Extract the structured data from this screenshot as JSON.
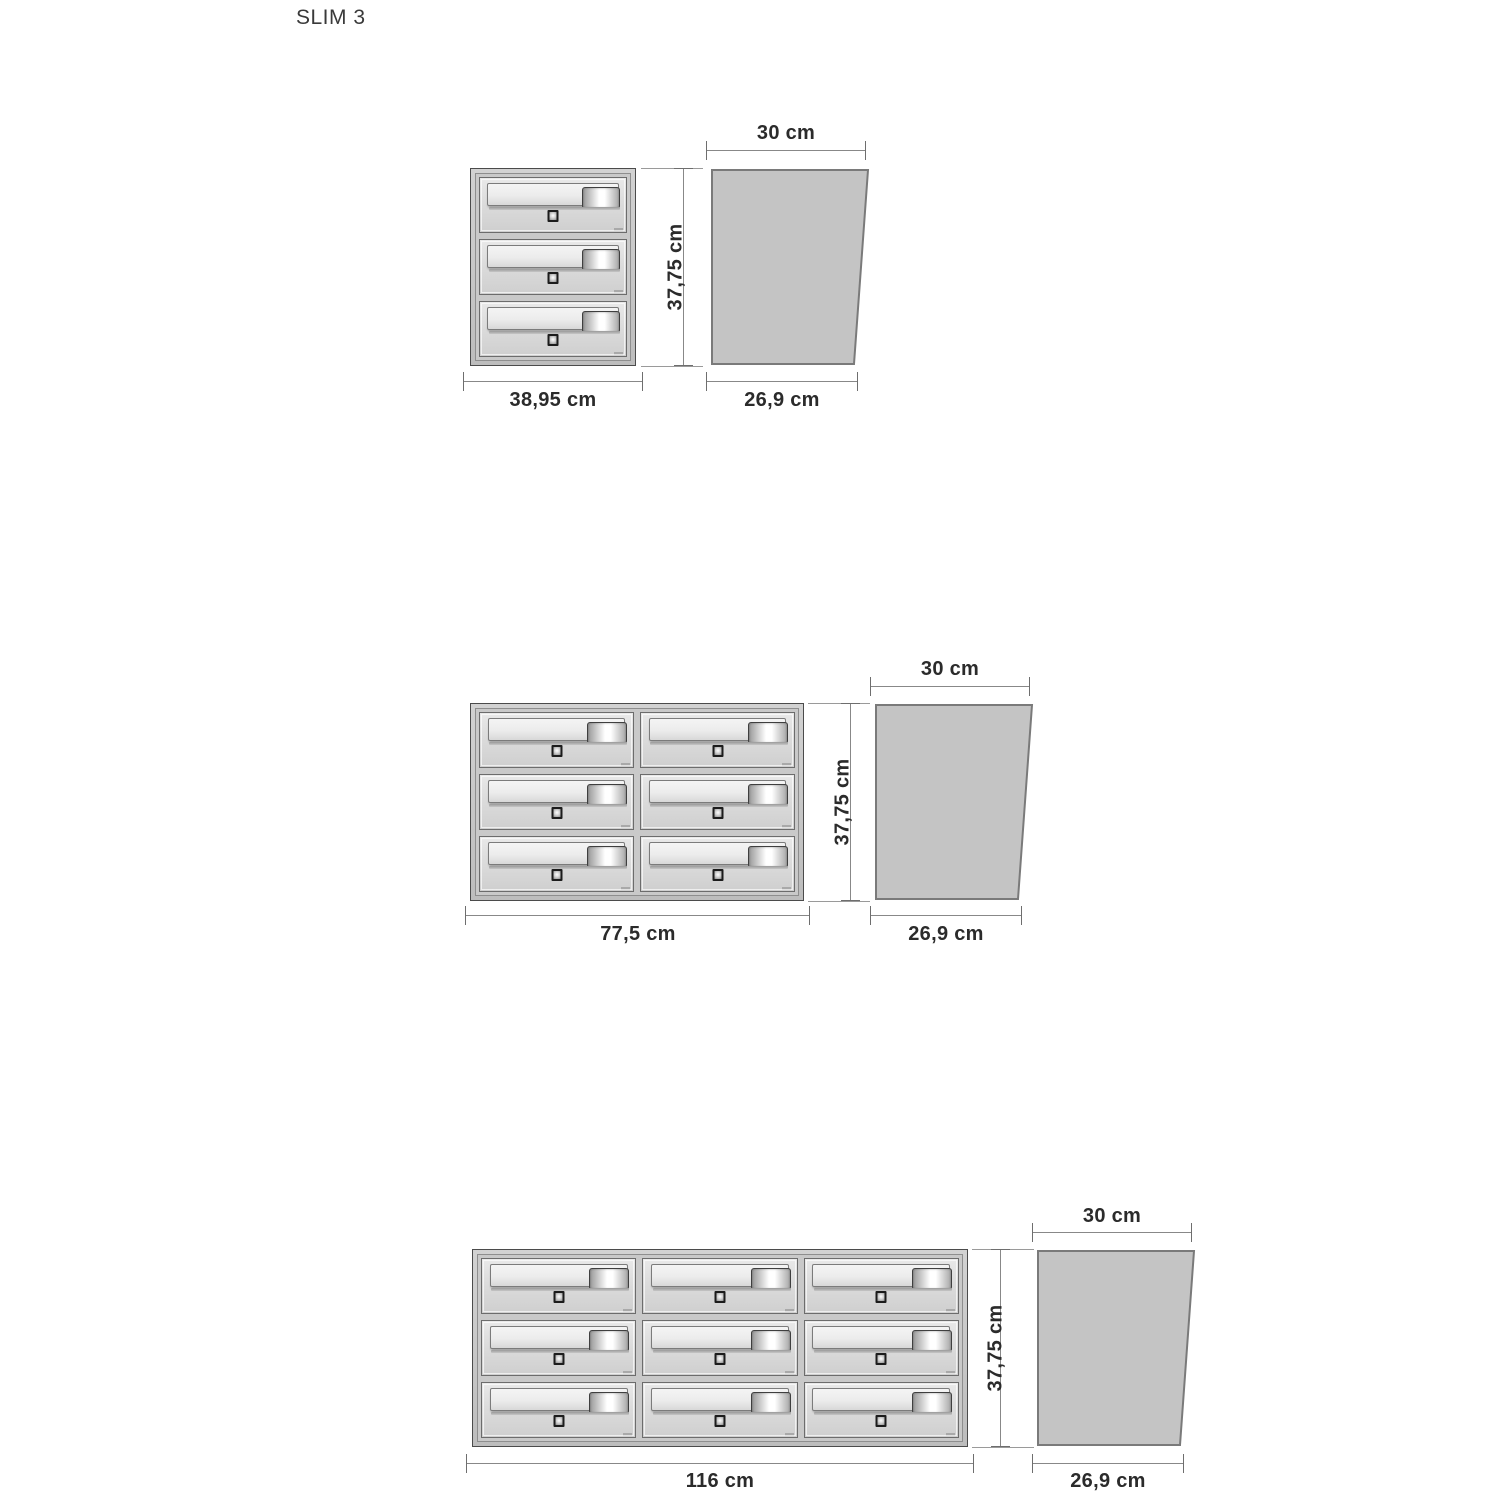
{
  "title": "SLIM 3",
  "units": [
    {
      "name": "slim-3-unit-3-box",
      "columns": 1,
      "rows": 3,
      "box_count": 3,
      "front": {
        "width_label": "38,95 cm",
        "height_label": "37,75 cm",
        "width_cm": 38.95,
        "height_cm": 37.75
      },
      "profile": {
        "top_label": "30 cm",
        "bottom_label": "26,9 cm",
        "top_cm": 30,
        "bottom_cm": 26.9
      }
    },
    {
      "name": "slim-3-unit-6-box",
      "columns": 2,
      "rows": 3,
      "box_count": 6,
      "front": {
        "width_label": "77,5 cm",
        "height_label": "37,75 cm",
        "width_cm": 77.5,
        "height_cm": 37.75
      },
      "profile": {
        "top_label": "30 cm",
        "bottom_label": "26,9 cm",
        "top_cm": 30,
        "bottom_cm": 26.9
      }
    },
    {
      "name": "slim-3-unit-9-box",
      "columns": 3,
      "rows": 3,
      "box_count": 9,
      "front": {
        "width_label": "116 cm",
        "height_label": "37,75 cm",
        "width_cm": 116,
        "height_cm": 37.75
      },
      "profile": {
        "top_label": "30 cm",
        "bottom_label": "26,9 cm",
        "top_cm": 30,
        "bottom_cm": 26.9
      }
    }
  ],
  "icons": {
    "mail_slot": "mail-slot-icon",
    "nameplate": "nameplate-icon",
    "lock": "lock-icon"
  },
  "colors": {
    "profile_fill": "#c4c4c4",
    "profile_stroke": "#7a7a7a",
    "cabinet_frame": "#4b4b4b",
    "door_face": "#dcdcdc",
    "dimension_line": "#888888",
    "text": "#2b2b2b",
    "background": "#ffffff"
  }
}
